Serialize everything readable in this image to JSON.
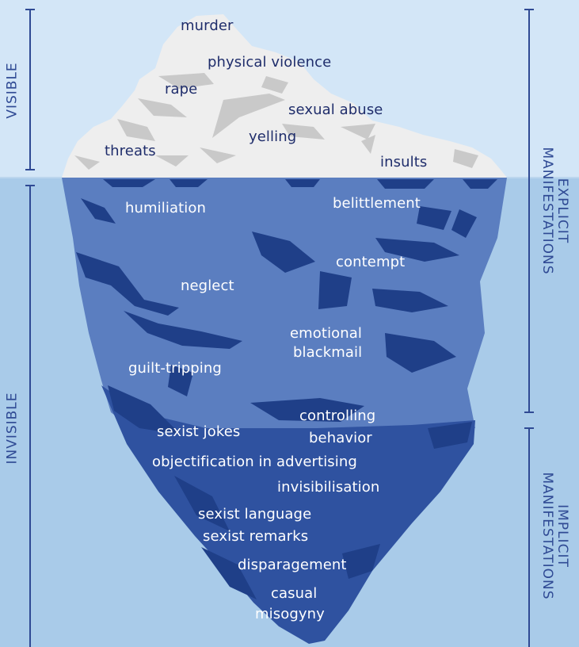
{
  "colors": {
    "sky": "#d3e6f7",
    "water": "#a9cbe9",
    "ice_top": "#eeeeee",
    "ice_shadow": "#c9c9c9",
    "iceberg_upper": "#5b7ec0",
    "iceberg_lower": "#2f52a0",
    "iceberg_deep": "#1f3f88",
    "text_dark": "#1f2d6b",
    "bracket": "#2f4a94"
  },
  "side_labels": {
    "visible": "VISIBLE",
    "invisible": "INVISIBLE",
    "explicit_line1": "EXPLICIT",
    "explicit_line2": "MANIFESTATIONS",
    "implicit_line1": "IMPLICIT",
    "implicit_line2": "MANIFESTATIONS"
  },
  "visible_items": [
    "murder",
    "physical violence",
    "rape",
    "sexual abuse",
    "yelling",
    "threats",
    "insults"
  ],
  "explicit_hidden_items": [
    "humiliation",
    "belittlement",
    "contempt",
    "neglect",
    "emotional",
    "blackmail",
    "guilt-tripping"
  ],
  "implicit_items": [
    "controlling",
    "behavior",
    "sexist jokes",
    "objectification in advertising",
    "invisibilisation",
    "sexist language",
    "sexist remarks",
    "disparagement",
    "casual",
    "misogyny"
  ]
}
